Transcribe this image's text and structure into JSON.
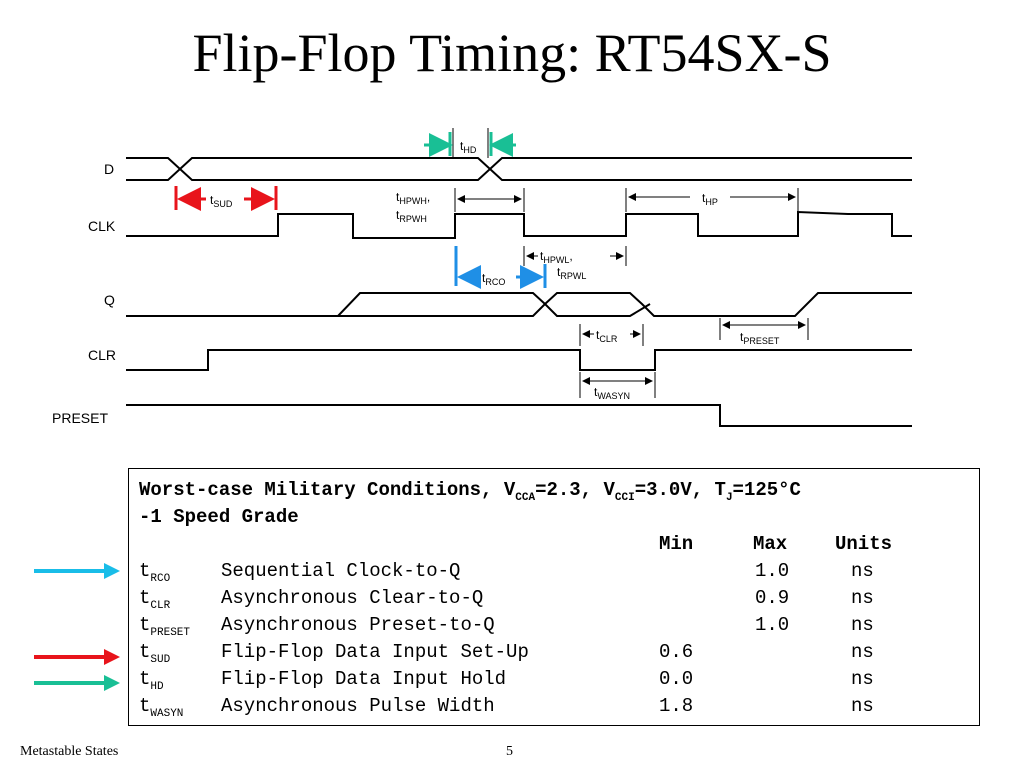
{
  "title": "Flip-Flop Timing: RT54SX-S",
  "signals": [
    "D",
    "CLK",
    "Q",
    "CLR",
    "PRESET"
  ],
  "annotations": {
    "thd": {
      "main": "t",
      "sub": "HD"
    },
    "tsud": {
      "main": "t",
      "sub": "SUD"
    },
    "thpwh": {
      "main": "t",
      "sub": "HPWH",
      "suffix": ","
    },
    "trpwh": {
      "main": "t",
      "sub": "RPWH"
    },
    "thp": {
      "main": "t",
      "sub": "HP"
    },
    "thpwl": {
      "main": "t",
      "sub": "HPWL",
      "suffix": ","
    },
    "trpwl": {
      "main": "t",
      "sub": "RPWL"
    },
    "trco": {
      "main": "t",
      "sub": "RCO"
    },
    "tclr": {
      "main": "t",
      "sub": "CLR"
    },
    "tpreset": {
      "main": "t",
      "sub": "PRESET"
    },
    "twasyn": {
      "main": "t",
      "sub": "WASYN"
    }
  },
  "colors": {
    "red": "#e8141b",
    "teal": "#19bf95",
    "blue": "#1f8fe6",
    "cyan": "#19bde8"
  },
  "spec": {
    "header1": {
      "pre": "Worst-case Military Conditions, V",
      "sub1": "CCA",
      "mid1": "=2.3, V",
      "sub2": "CCI",
      "mid2": "=3.0V, T",
      "sub3": "J",
      "post": "=125°C"
    },
    "header2": "-1 Speed Grade",
    "columns": {
      "min": "Min",
      "max": "Max",
      "units": "Units"
    },
    "rows": [
      {
        "sym": "t",
        "sub": "RCO",
        "desc": "Sequential Clock-to-Q",
        "min": "",
        "max": "1.0",
        "units": "ns",
        "arrow": "cyan"
      },
      {
        "sym": "t",
        "sub": "CLR",
        "desc": "Asynchronous Clear-to-Q",
        "min": "",
        "max": "0.9",
        "units": "ns",
        "arrow": ""
      },
      {
        "sym": "t",
        "sub": "PRESET",
        "desc": "Asynchronous Preset-to-Q",
        "min": "",
        "max": "1.0",
        "units": "ns",
        "arrow": ""
      },
      {
        "sym": "t",
        "sub": "SUD",
        "desc": "Flip-Flop Data Input Set-Up",
        "min": "0.6",
        "max": "",
        "units": "ns",
        "arrow": "red"
      },
      {
        "sym": "t",
        "sub": "HD",
        "desc": "Flip-Flop Data Input Hold",
        "min": "0.0",
        "max": "",
        "units": "ns",
        "arrow": "teal"
      },
      {
        "sym": "t",
        "sub": "WASYN",
        "desc": "Asynchronous Pulse Width",
        "min": "1.8",
        "max": "",
        "units": "ns",
        "arrow": ""
      }
    ]
  },
  "footer": {
    "left": "Metastable States",
    "page": "5"
  }
}
